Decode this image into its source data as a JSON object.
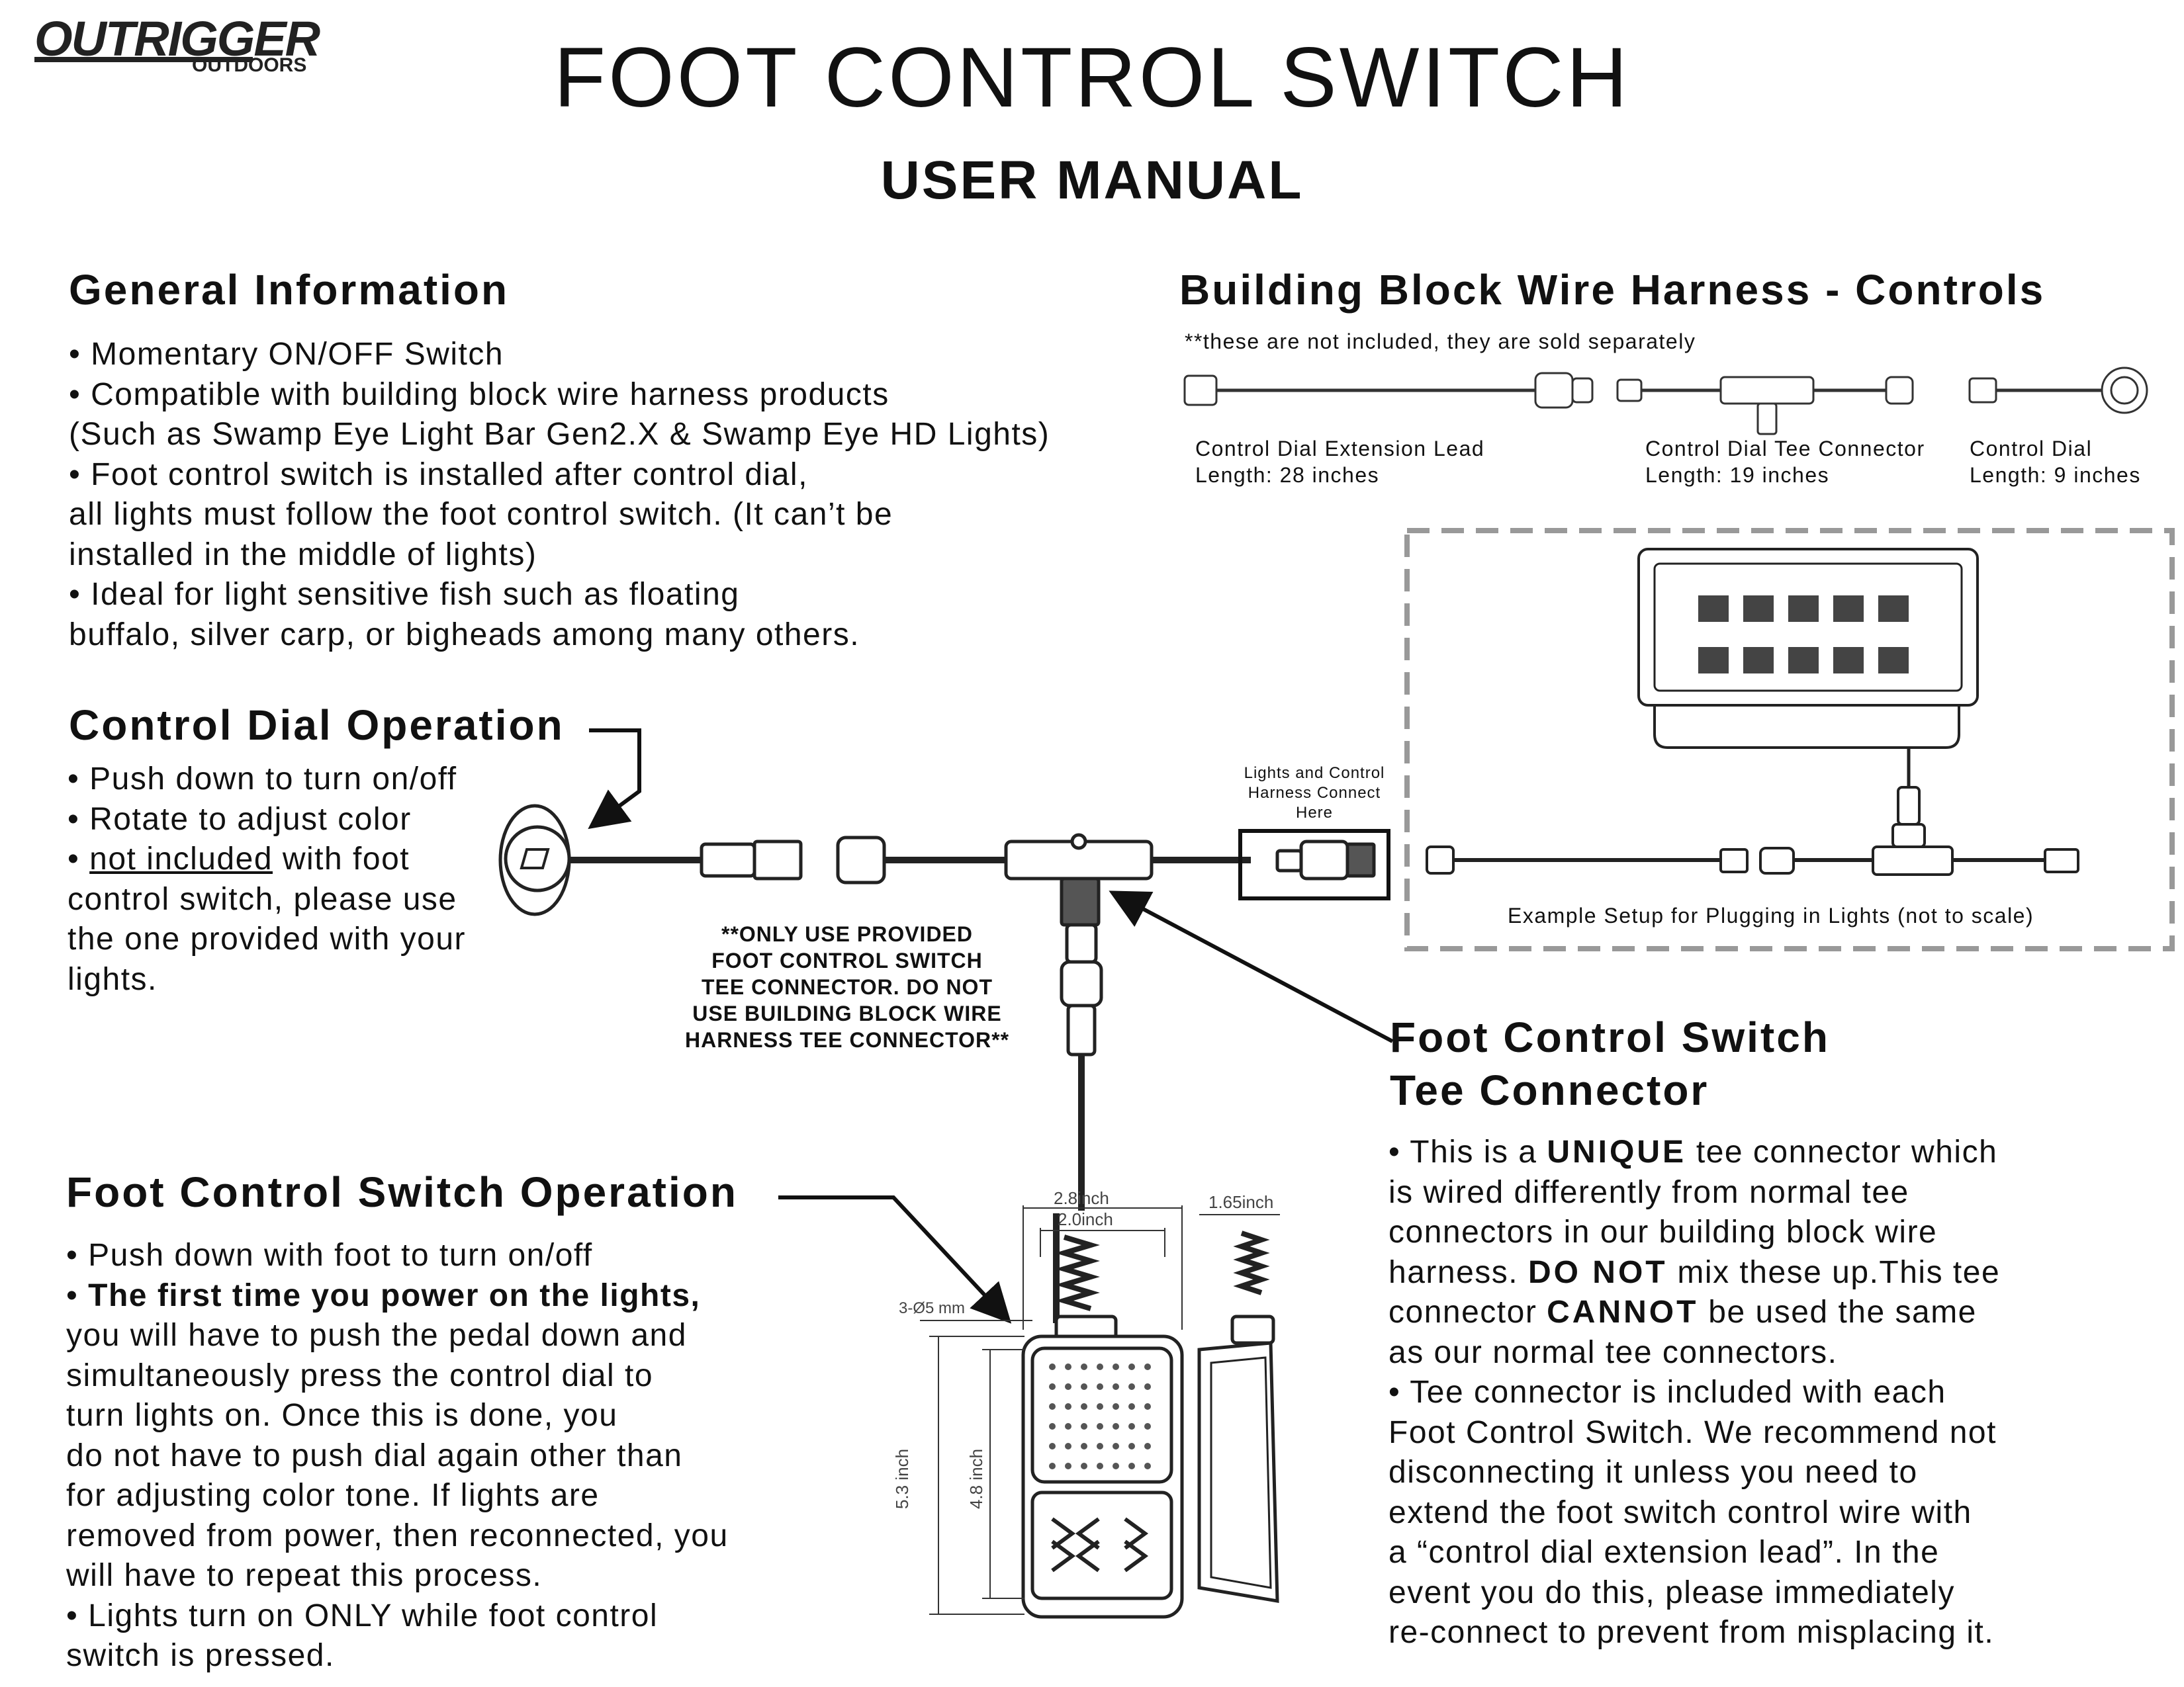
{
  "logo": {
    "brand": "OUTRIGGER",
    "sub": "OUTDOORS"
  },
  "title": "FOOT CONTROL SWITCH",
  "subtitle": "USER MANUAL",
  "general": {
    "heading": "General Information",
    "lines": [
      "• Momentary ON/OFF Switch",
      "• Compatible with building block wire harness products",
      "(Such as Swamp Eye Light Bar Gen2.X & Swamp Eye HD Lights)",
      "• Foot control switch is installed after control dial,",
      "all lights must follow the foot control switch. (It can’t be",
      "installed in the middle of lights)",
      "• Ideal for light sensitive fish such as floating",
      "buffalo, silver carp, or bigheads among many others."
    ]
  },
  "harness": {
    "heading": "Building Block Wire Harness - Controls",
    "note": "**these are not included, they are sold separately",
    "items": [
      {
        "name": "Control Dial Extension Lead",
        "length": "Length: 28 inches"
      },
      {
        "name": "Control Dial Tee Connector",
        "length": "Length: 19 inches"
      },
      {
        "name": "Control Dial",
        "length": "Length: 9 inches"
      }
    ],
    "example_caption": "Example Setup for Plugging in Lights (not to scale)"
  },
  "dial": {
    "heading": "Control Dial Operation",
    "line1": "• Push down to turn on/off",
    "line2": "• Rotate to adjust color",
    "line3_bullet": "• ",
    "line3_underlined": "not included",
    "line3_rest": " with foot",
    "line4": "control switch, please use",
    "line5": "the one provided with your",
    "line6": "lights."
  },
  "connect_label": [
    "Lights and Control",
    "Harness Connect",
    "Here"
  ],
  "warning": [
    "**ONLY USE PROVIDED",
    "FOOT CONTROL SWITCH",
    "TEE CONNECTOR. DO NOT",
    "USE BUILDING BLOCK WIRE",
    "HARNESS TEE CONNECTOR**"
  ],
  "tee": {
    "heading1": "Foot Control Switch",
    "heading2": "Tee Connector",
    "l1a": "• This is a ",
    "l1b": "UNIQUE",
    "l1c": " tee connector which",
    "l2": "is wired differently from normal tee",
    "l3": "connectors in our building block wire",
    "l4a": "harness. ",
    "l4b": "DO NOT",
    "l4c": " mix these up.This tee",
    "l5a": "connector ",
    "l5b": "CANNOT",
    "l5c": " be used the same",
    "l6": "as our normal tee connectors.",
    "l7": "• Tee connector is included with each",
    "l8": "Foot Control Switch. We recommend not",
    "l9": "disconnecting it unless you need to",
    "l10": "extend the foot switch control wire with",
    "l11": "a “control dial extension lead”. In the",
    "l12": "event you do this, please immediately",
    "l13": "re-connect to prevent from misplacing it."
  },
  "foot": {
    "heading": "Foot Control Switch Operation",
    "l1": "• Push down with foot to turn on/off",
    "l2a": "• ",
    "l2b": "The first time you power on the lights,",
    "l3": "you will have to push the pedal down and",
    "l4": "simultaneously press the control dial to",
    "l5": "turn lights on. Once this is done, you",
    "l6": "do not have to push dial again other than",
    "l7": "for adjusting color tone. If lights are",
    "l8": "removed from power, then reconnected, you",
    "l9": "will have to repeat this process.",
    "l10": "• Lights turn on ONLY while foot control",
    "l11": "switch is pressed."
  },
  "dimensions": {
    "w1": "2.8inch",
    "w2": "2.0inch",
    "depth": "1.65inch",
    "hole": "3-Ø5 mm",
    "h1": "5.3 inch",
    "h2": "4.8 inch"
  }
}
